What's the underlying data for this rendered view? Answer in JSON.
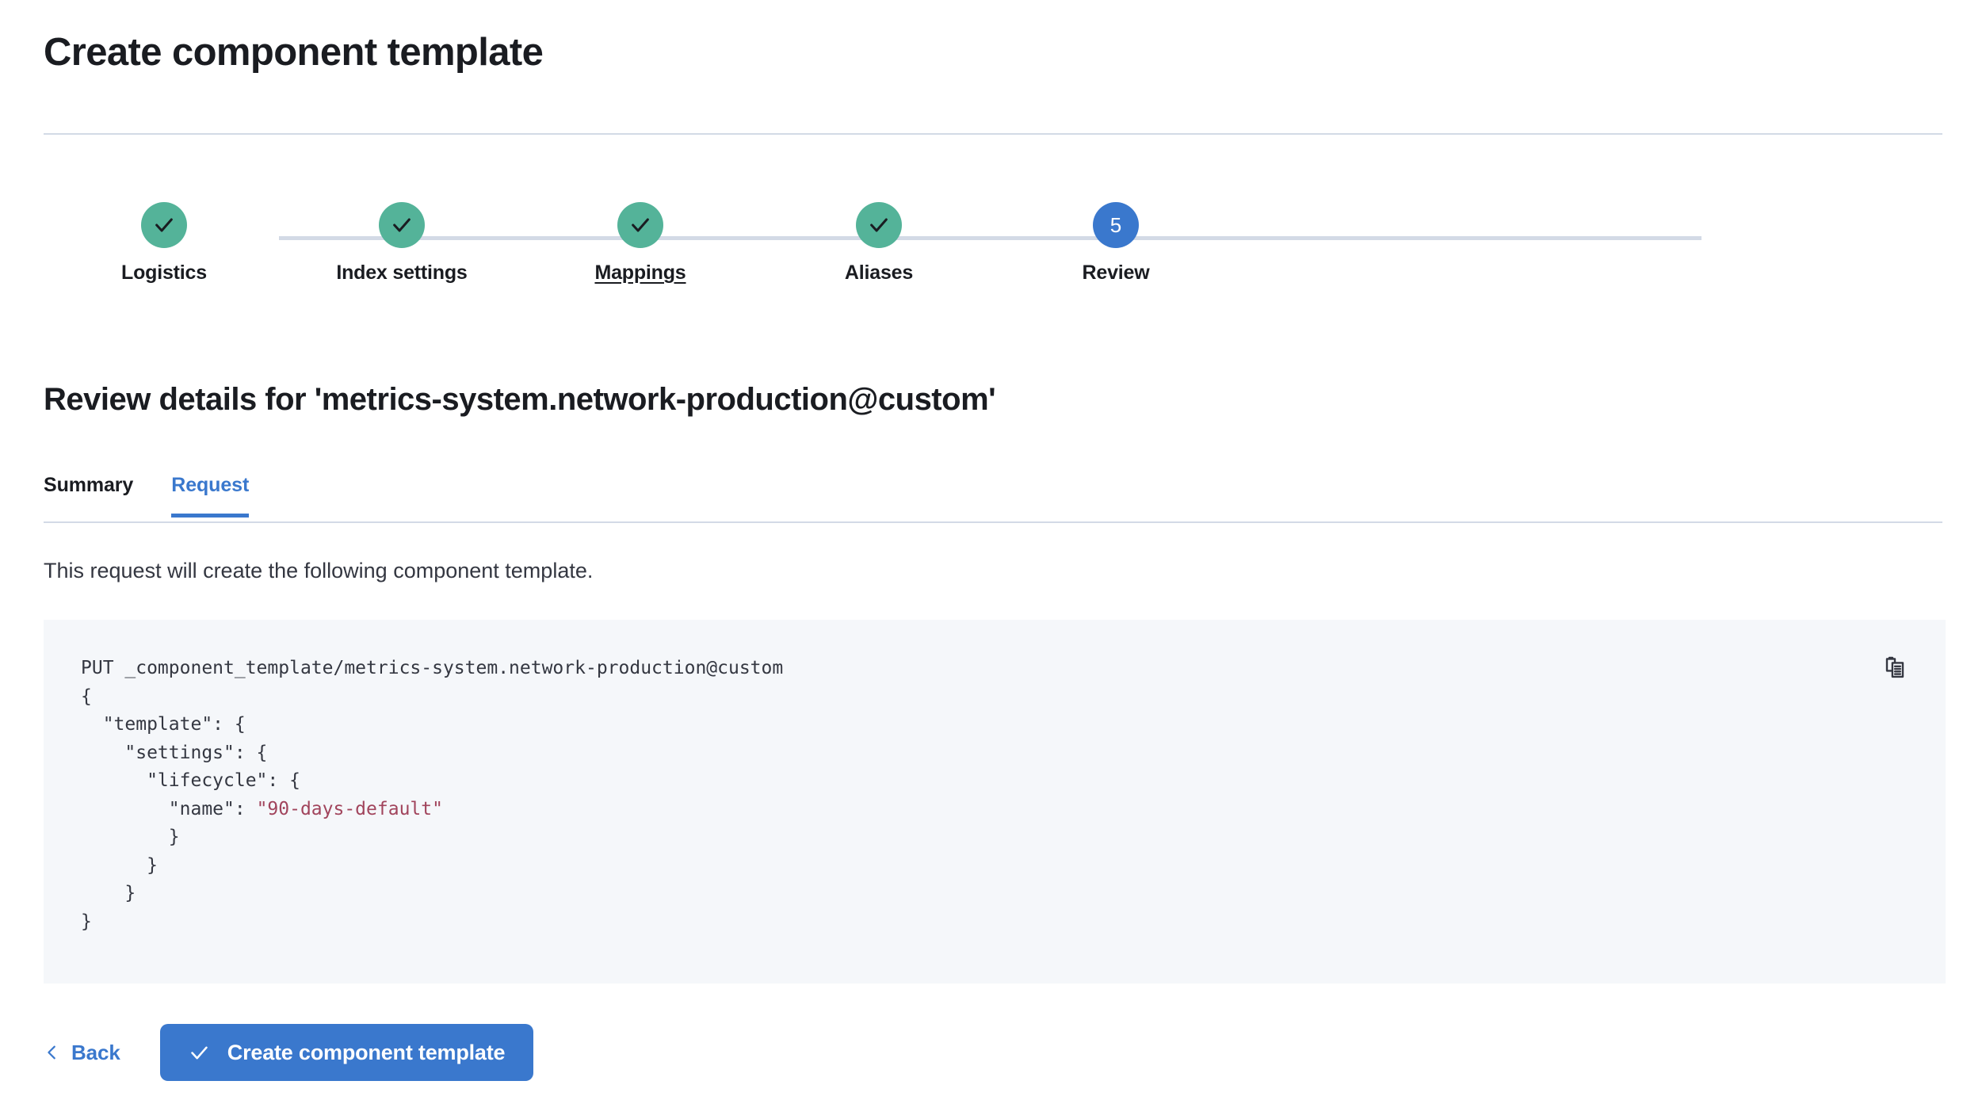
{
  "header": {
    "title": "Create component template"
  },
  "wizard": {
    "steps": [
      {
        "label": "Logistics",
        "state": "complete",
        "icon": "check-icon",
        "underlined": false
      },
      {
        "label": "Index settings",
        "state": "complete",
        "icon": "check-icon",
        "underlined": false
      },
      {
        "label": "Mappings",
        "state": "complete",
        "icon": "check-icon",
        "underlined": true
      },
      {
        "label": "Aliases",
        "state": "complete",
        "icon": "check-icon",
        "underlined": false
      },
      {
        "label": "Review",
        "state": "current",
        "number": "5",
        "underlined": false
      }
    ]
  },
  "section": {
    "title": "Review details for 'metrics-system.network-production@custom'"
  },
  "tabs": [
    {
      "label": "Summary",
      "active": false
    },
    {
      "label": "Request",
      "active": true
    }
  ],
  "content": {
    "description": "This request will create the following component template.",
    "code": {
      "request_line": "PUT _component_template/metrics-system.network-production@custom",
      "lines": [
        "{",
        "  \"template\": {",
        "    \"settings\": {",
        "      \"lifecycle\": {",
        "        \"name\": ",
        "        }",
        "      }",
        "    }",
        "}"
      ],
      "lifecycle_name_value": "\"90-days-default\"",
      "copy_icon": "copy-clipboard-icon",
      "string_color": "#a1445c",
      "background_color": "#f5f7fa"
    }
  },
  "footer": {
    "back_label": "Back",
    "back_icon": "chevron-left-icon",
    "submit_label": "Create component template",
    "submit_icon": "check-icon"
  },
  "colors": {
    "accent_blue": "#3a78cd",
    "success_teal": "#54b399",
    "divider": "#d3dae6",
    "text": "#1a1c21"
  }
}
